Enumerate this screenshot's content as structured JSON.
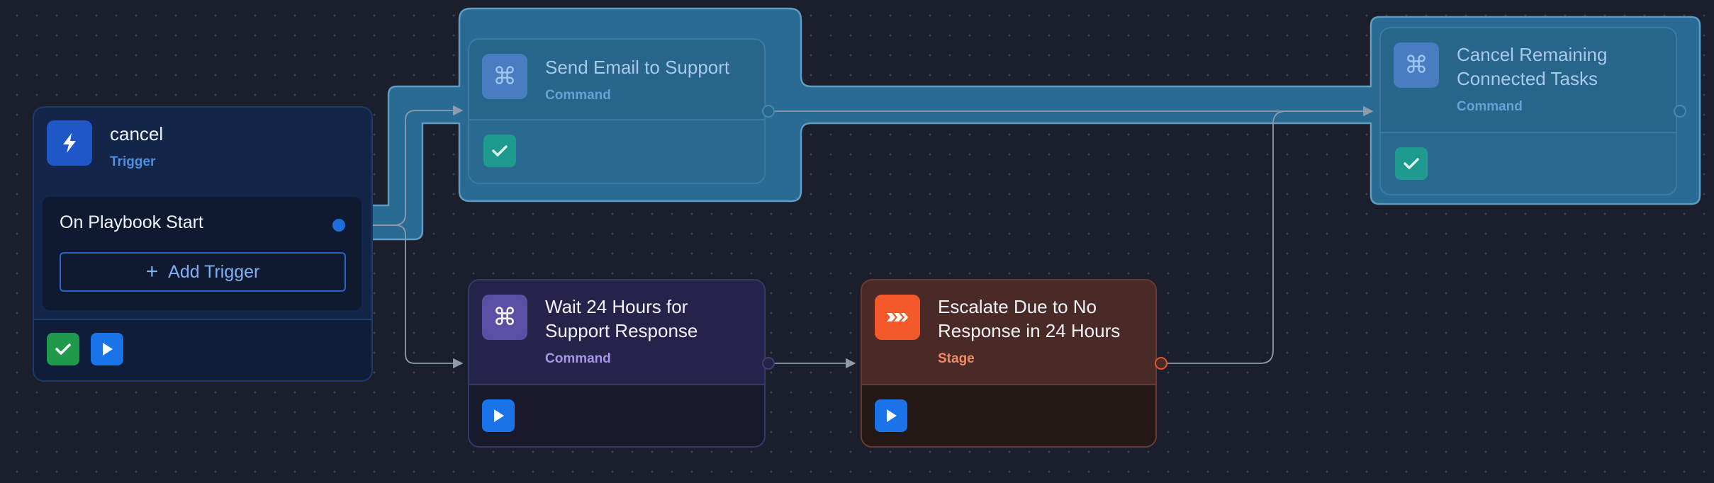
{
  "trigger_node": {
    "title": "cancel",
    "type_label": "Trigger",
    "event_label": "On Playbook Start",
    "add_trigger_label": "Add Trigger",
    "plus_symbol": "+",
    "icon": "lightning-icon"
  },
  "send_email_node": {
    "title": "Send Email to Support",
    "type_label": "Command",
    "icon": "command-icon",
    "highlighted": true
  },
  "wait_node": {
    "title_line1": "Wait 24 Hours for",
    "title_line2": "Support Response",
    "type_label": "Command",
    "icon": "command-icon"
  },
  "escalate_node": {
    "title_line1": "Escalate Due to No",
    "title_line2": "Response in 24 Hours",
    "type_label": "Stage",
    "icon": "stage-chevrons-icon"
  },
  "cancel_tasks_node": {
    "title_line1": "Cancel Remaining",
    "title_line2": "Connected Tasks",
    "type_label": "Command",
    "icon": "command-icon",
    "highlighted": true
  },
  "colors": {
    "canvas": "#1b1f2b",
    "highlight": "#2a6b93",
    "command_purple": "#5b4fa6",
    "stage_orange": "#f2582a",
    "run_blue": "#1a73e8",
    "check_green": "#1f9a4d",
    "check_teal": "#1f9a8e"
  }
}
